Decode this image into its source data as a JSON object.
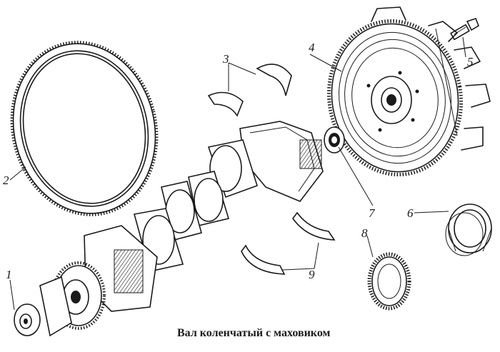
{
  "caption": "Вал коленчатый с маховиком",
  "callouts": [
    {
      "id": "1",
      "text": "1"
    },
    {
      "id": "2",
      "text": "2"
    },
    {
      "id": "3",
      "text": "3"
    },
    {
      "id": "4",
      "text": "4"
    },
    {
      "id": "5",
      "text": "5"
    },
    {
      "id": "6",
      "text": "6"
    },
    {
      "id": "7",
      "text": "7"
    },
    {
      "id": "8",
      "text": "8"
    },
    {
      "id": "9",
      "text": "9"
    }
  ],
  "colors": {
    "ink": "#1a1a1a",
    "paper": "#ffffff"
  }
}
